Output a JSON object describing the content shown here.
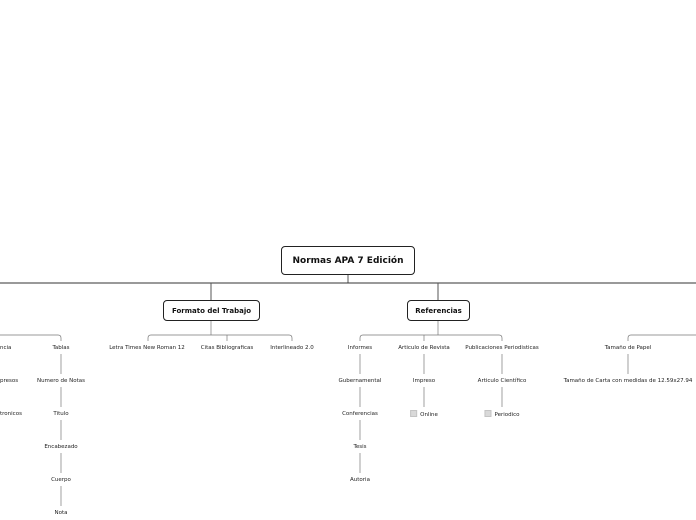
{
  "root": {
    "title": "Normas APA 7 Edición"
  },
  "branches": {
    "formato": {
      "title": "Formato del Trabajo",
      "items": [
        "Letra Times New Roman 12",
        "Citas Bibliograficas",
        "Interlineado 2.0"
      ]
    },
    "referencias": {
      "title": "Referencias",
      "informes": [
        "Informes",
        "Gubernamental",
        "Conferencias",
        "Tesis",
        "Autoria"
      ],
      "articulo": [
        "Articulo de Revista",
        "Impreso",
        "Online"
      ],
      "publicaciones": [
        "Publicaciones Periodisticas",
        "Articulo Científico",
        "Periodico"
      ]
    },
    "tamano": {
      "items": [
        "Tamaño de Papel",
        "Tamaño de Carta con medidas de 12.59x27.94"
      ]
    },
    "left": {
      "tablas": [
        "Tablas",
        "Numero de Notas",
        "Titulo",
        "Encabezado",
        "Cuerpo",
        "Nota"
      ],
      "partial": [
        "ncia",
        "presos",
        "tronicos"
      ]
    }
  }
}
